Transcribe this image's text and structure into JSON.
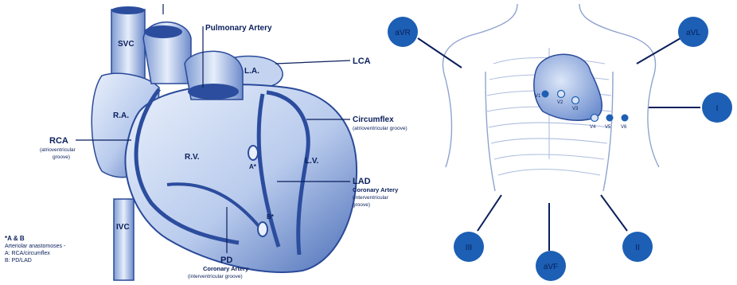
{
  "heart": {
    "svc": "SVC",
    "ivc": "IVC",
    "ra": "R.A.",
    "la": "L.A.",
    "rv": "R.V.",
    "lv": "L.V.",
    "pulmonary_artery": "Pulmonary Artery",
    "lca": "LCA",
    "circumflex": "Circumflex",
    "circumflex_sub": "(atrioventricular groove)",
    "rca": "RCA",
    "rca_sub1": "(atrioventricular",
    "rca_sub2": "groove)",
    "lad": "LAD",
    "lad_sub1": "Coronary Artery",
    "lad_sub2": "(interventricular",
    "lad_sub3": "groove)",
    "pd": "PD",
    "pd_sub1": "Coronary Artery",
    "pd_sub2": "(interventricular groove)",
    "a_marker": "A*",
    "b_marker": "B*",
    "note_title": "*A & B",
    "note_line1": "Arteriolar anastomoses -",
    "note_line2": "A: RCA/circumflex",
    "note_line3": "B: PD/LAD"
  },
  "ecg": {
    "leads": {
      "avr": "aVR",
      "avl": "aVL",
      "i": "I",
      "ii": "II",
      "iii": "III",
      "avf": "aVF"
    },
    "precordial": [
      "V1",
      "V2",
      "V3",
      "V4",
      "V5",
      "V6"
    ]
  },
  "colors": {
    "ink": "#0a1f5c",
    "heart_fill": "#cfdcf3",
    "heart_shade": "#5f7fc2",
    "lead_circle": "#1c5fb4",
    "body_line": "#8fa3cf"
  }
}
